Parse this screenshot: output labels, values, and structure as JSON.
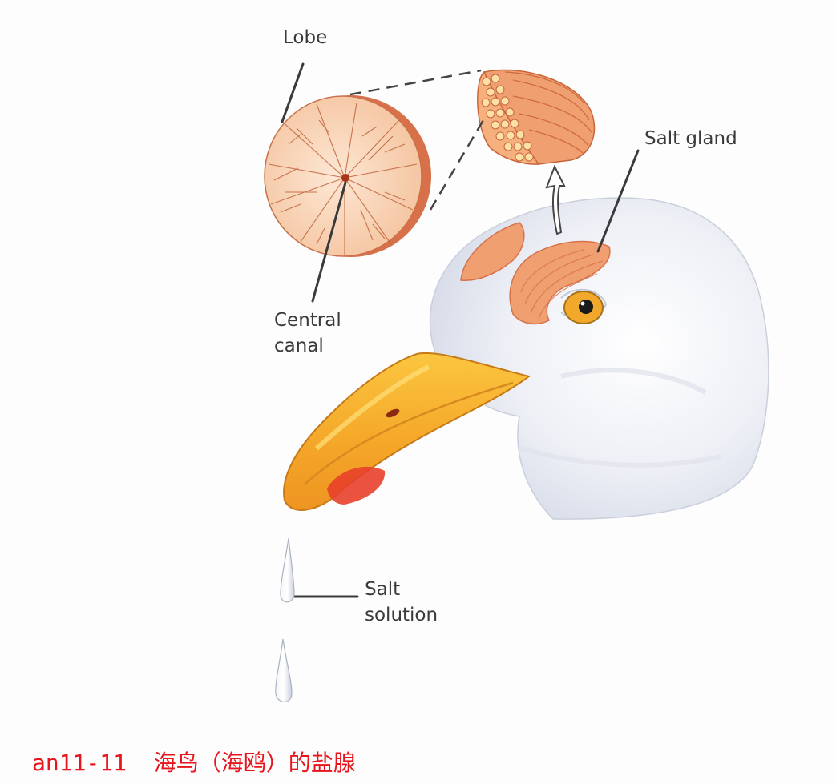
{
  "labels": {
    "lobe": "Lobe",
    "salt_gland": "Salt gland",
    "central_canal": "Central\ncanal",
    "salt_solution": "Salt\nsolution"
  },
  "caption": "an11-11  海鸟（海鸥）的盐腺",
  "colors": {
    "gland": "#f0a070",
    "gland_dark": "#d8714a",
    "beak": "#f6b030",
    "beak_tip_red": "#e8402a",
    "head": "#eef0f6",
    "eye": "#f2a82a",
    "caption": "#e8141c"
  },
  "icons": {
    "arrow": "hollow-up-arrow",
    "droplets": "water-drop"
  }
}
